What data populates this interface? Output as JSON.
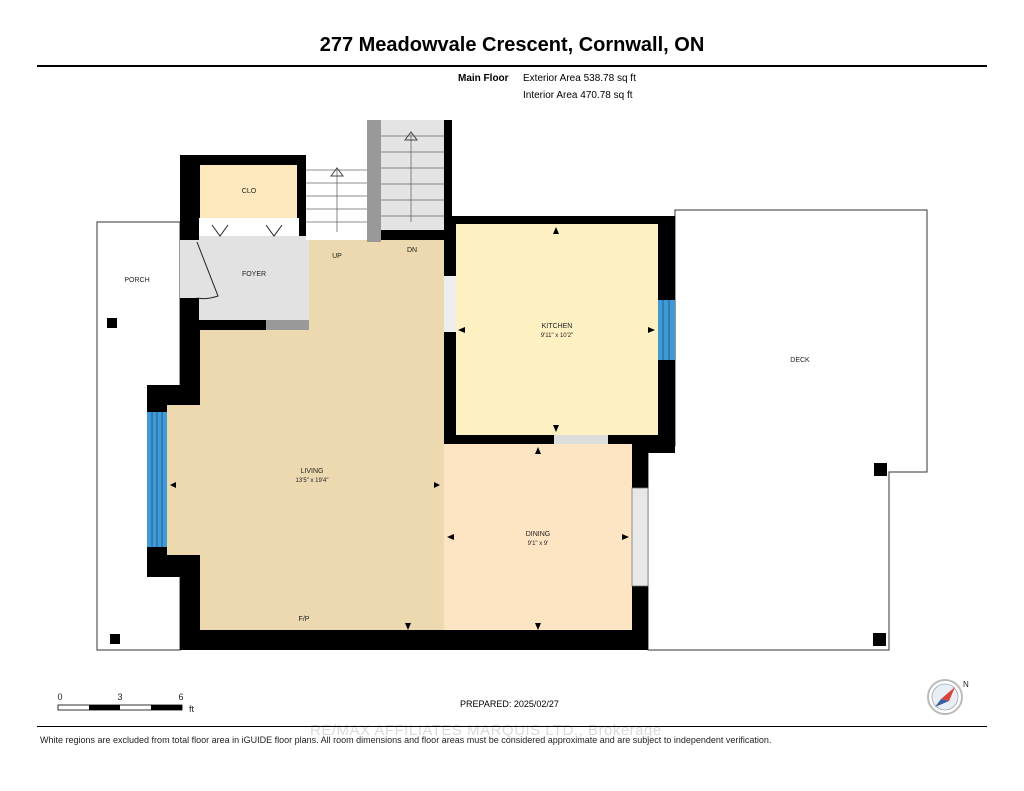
{
  "header": {
    "title": "277 Meadowvale Crescent, Cornwall, ON",
    "floor_name": "Main Floor",
    "exterior_area": "Exterior Area 538.78 sq ft",
    "interior_area": "Interior Area 470.78 sq ft"
  },
  "rooms": {
    "clo": "CLO",
    "foyer": "FOYER",
    "porch": "PORCH",
    "kitchen": "KITCHEN",
    "kitchen_dim": "9'11\" x 10'2\"",
    "deck": "DECK",
    "living": "LIVING",
    "living_dim": "13'5\" x 19'4\"",
    "dining": "DINING",
    "dining_dim": "9'1\" x 9'",
    "up": "UP",
    "dn": "DN",
    "fp": "F/P"
  },
  "scale": {
    "tick_0": "0",
    "tick_3": "3",
    "tick_6": "6",
    "unit": "ft"
  },
  "compass": {
    "north": "N"
  },
  "prepared": "PREPARED: 2025/02/27",
  "watermark": "RE/MAX AFFILIATES MARQUIS LTD., Brokerage",
  "footer": "White regions are excluded from total floor area in iGUIDE floor plans. All room dimensions and floor areas must be considered approximate and are subject to independent verification.",
  "colors": {
    "living": "#ecd9b0",
    "kitchen": "#fdf0c2",
    "dining": "#fde4c2",
    "closet": "#fde9bd",
    "foyer": "#e2e2e2",
    "window": "#3f9ad6",
    "wall": "#000000"
  }
}
